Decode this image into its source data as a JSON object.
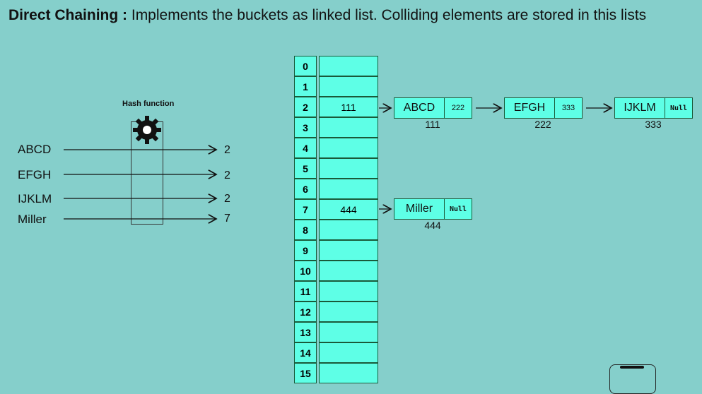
{
  "title": {
    "bold": "Direct Chaining :",
    "rest": "Implements the buckets as linked list. Colliding elements are stored in this lists"
  },
  "hash_function_label": "Hash function",
  "keys": [
    {
      "key": "ABCD",
      "hash": "2"
    },
    {
      "key": "EFGH",
      "hash": "2"
    },
    {
      "key": "IJKLM",
      "hash": "2"
    },
    {
      "key": "Miller",
      "hash": "7"
    }
  ],
  "table": {
    "indices": [
      "0",
      "1",
      "2",
      "3",
      "4",
      "5",
      "6",
      "7",
      "8",
      "9",
      "10",
      "11",
      "12",
      "13",
      "14",
      "15"
    ],
    "slots": [
      "",
      "",
      "111",
      "",
      "",
      "",
      "",
      "444",
      "",
      "",
      "",
      "",
      "",
      "",
      "",
      ""
    ]
  },
  "chain_2": [
    {
      "value": "ABCD",
      "next": "222",
      "address": "111"
    },
    {
      "value": "EFGH",
      "next": "333",
      "address": "222"
    },
    {
      "value": "IJKLM",
      "next": "Null",
      "address": "333"
    }
  ],
  "chain_7": [
    {
      "value": "Miller",
      "next": "Null",
      "address": "444"
    }
  ],
  "colors": {
    "background": "#85cfcb",
    "cell_fill": "#5effe6",
    "cell_border": "#1a5a3a"
  }
}
